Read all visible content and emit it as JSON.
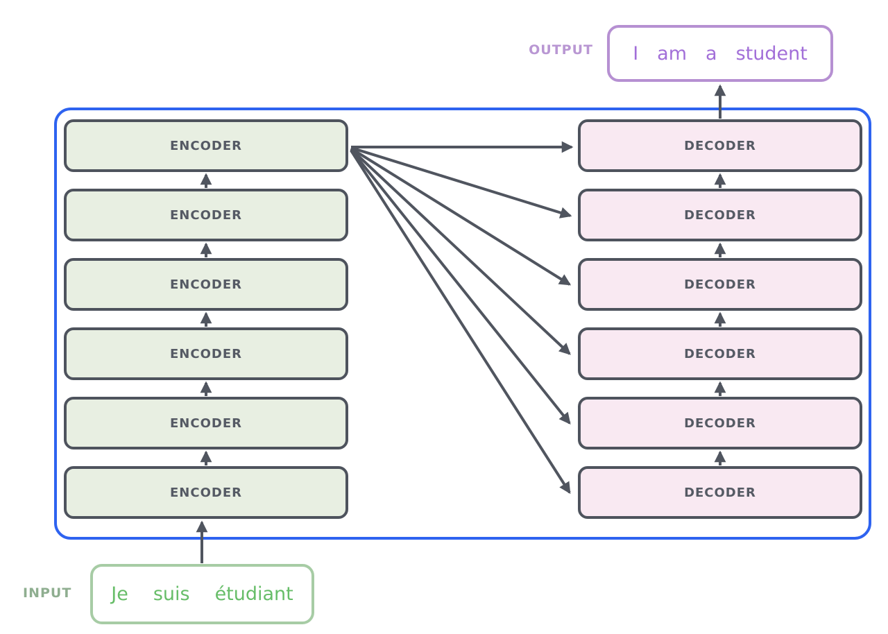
{
  "title": "Transformer encoder-decoder stack diagram",
  "output": {
    "label": "OUTPUT",
    "words": [
      "I",
      "am",
      "a",
      "student"
    ]
  },
  "input": {
    "label": "INPUT",
    "words": [
      "Je",
      "suis",
      "étudiant"
    ]
  },
  "encoders": [
    "ENCODER",
    "ENCODER",
    "ENCODER",
    "ENCODER",
    "ENCODER",
    "ENCODER"
  ],
  "decoders": [
    "DECODER",
    "DECODER",
    "DECODER",
    "DECODER",
    "DECODER",
    "DECODER"
  ],
  "colors": {
    "container_border": "#2e63f0",
    "box_border": "#4e535d",
    "box_text": "#555a64",
    "encoder_fill": "#e8efe2",
    "decoder_fill": "#f9e9f2",
    "arrow": "#50555f",
    "output_border": "#b690d2",
    "output_text": "#a26fd8",
    "output_label_text": "#b997d3",
    "input_border": "#a7cca5",
    "input_text": "#67bd68",
    "input_label_text": "#8fae90"
  }
}
